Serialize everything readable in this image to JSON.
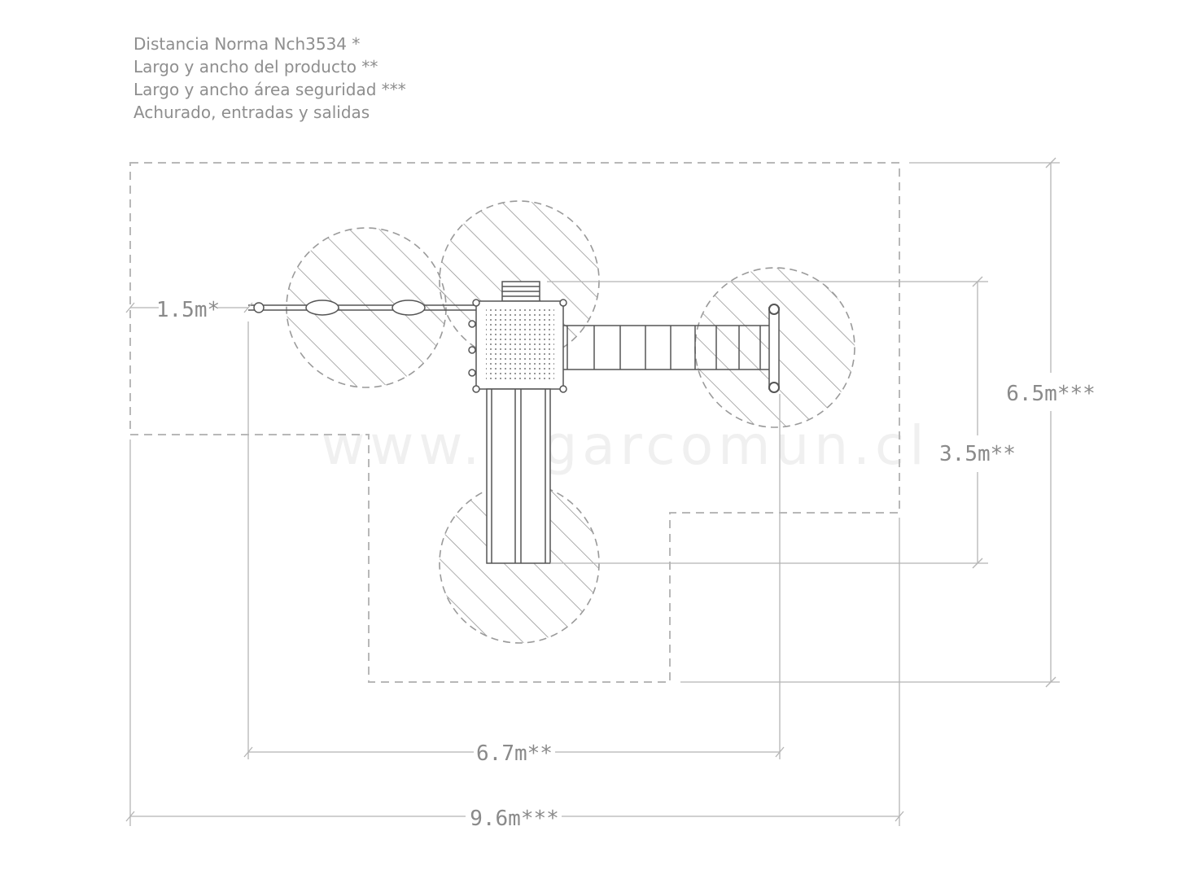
{
  "legend": {
    "lines": [
      "Distancia Norma Nch3534 *",
      "Largo y ancho del producto **",
      "Largo y ancho área seguridad ***",
      "Achurado, entradas y salidas"
    ]
  },
  "watermark": "www.lugarcomun.cl",
  "dimensions": {
    "standard_distance": "1.5m*",
    "product_width": "6.7m**",
    "product_length": "3.5m**",
    "safety_area_width": "9.6m***",
    "safety_area_length": "6.5m***"
  },
  "colors": {
    "dim_line": "#b5b5b5",
    "dashed_area": "#b8b8b8",
    "hatch": "#8a8a8a",
    "structure": "#555555",
    "text": "#8a8a8a"
  }
}
